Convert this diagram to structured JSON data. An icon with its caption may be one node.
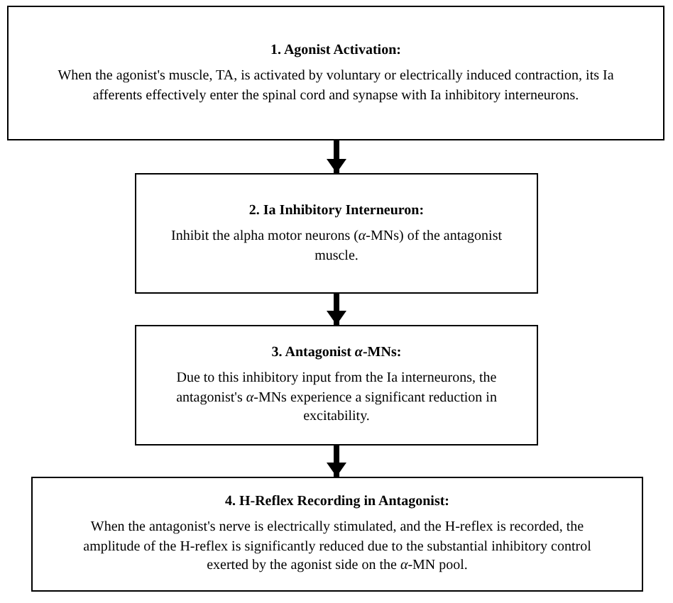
{
  "diagram": {
    "nodes": [
      {
        "text": [
          "1. Agonist Activation:",
          "When the agonist's muscle, TA, is activated by voluntary or electrically induced contraction, its Ia afferents effectively enter the spinal cord and synapse with Ia inhibitory interneurons."
        ]
      },
      {
        "text": [
          "2. Ia Inhibitory Interneuron:",
          "Inhibit the alpha motor neurons (*α*-MNs) of the antagonist muscle."
        ]
      },
      {
        "text": [
          "3. Antagonist *α*-MNs:",
          "Due to this inhibitory input from the Ia interneurons, the antagonist's *α*-MNs experience a significant reduction in excitability."
        ]
      },
      {
        "text": [
          "4. H-Reflex Recording in Antagonist:",
          "When the antagonist's nerve is electrically stimulated, and the H-reflex is recorded, the amplitude of the H-reflex is significantly reduced due to the substantial inhibitory control exerted by the agonist side on the *α*-MN pool."
        ]
      }
    ],
    "edges": [
      {
        "from": 0,
        "to": 1,
        "arrow": "to"
      },
      {
        "from": 1,
        "to": 2,
        "arrow": "to"
      },
      {
        "from": 2,
        "to": 3,
        "arrow": "to"
      }
    ]
  }
}
